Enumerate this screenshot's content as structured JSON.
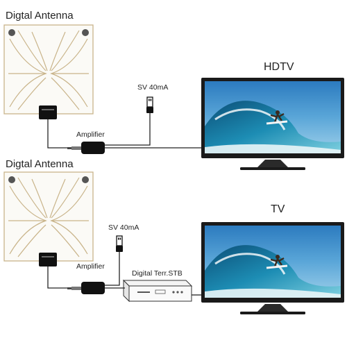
{
  "top": {
    "antenna_label": "Digtal Antenna",
    "tv_label": "HDTV",
    "power_label": "SV 40mA",
    "amplifier_label": "Amplifier"
  },
  "bottom": {
    "antenna_label": "Digtal Antenna",
    "tv_label": "TV",
    "power_label": "SV 40mA",
    "amplifier_label": "Amplifier",
    "stb_label": "Digital Terr.STB"
  },
  "colors": {
    "antenna_trace": "#c9b48a",
    "cable": "#222222",
    "tv_frame": "#1a1a1a"
  }
}
